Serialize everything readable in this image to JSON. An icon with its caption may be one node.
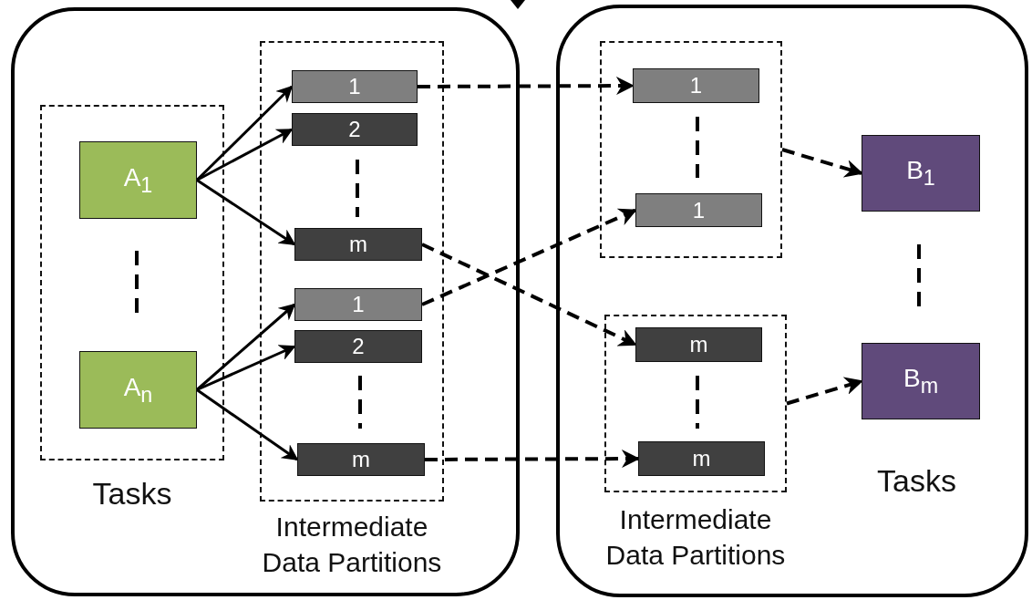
{
  "diagram": {
    "nodes": [
      {
        "text": [],
        "shape": "box"
      },
      {
        "text": [
          "Tasks"
        ],
        "in": 0
      },
      {
        "text": [
          "A$_{1}$"
        ],
        "in": 1
      },
      {
        "text": [
          "A$_{n}$"
        ],
        "in": 1
      },
      {
        "text": [
          "Intermediate Data Partitions"
        ],
        "in": 0
      },
      {
        "text": [
          "1"
        ],
        "in": 4
      },
      {
        "text": [
          "2"
        ],
        "in": 4
      },
      {
        "text": [
          "m"
        ],
        "in": 4
      },
      {
        "text": [
          "1"
        ],
        "in": 4
      },
      {
        "text": [
          "2"
        ],
        "in": 4
      },
      {
        "text": [
          "m"
        ],
        "in": 4
      },
      {
        "text": [],
        "shape": "box"
      },
      {
        "text": [],
        "shape": "box",
        "in": 11
      },
      {
        "text": [
          "1"
        ],
        "in": 12
      },
      {
        "text": [
          "1"
        ],
        "in": 12
      },
      {
        "text": [
          "Intermediate Data Partitions"
        ],
        "in": 11
      },
      {
        "text": [
          "m"
        ],
        "in": 15
      },
      {
        "text": [
          "m"
        ],
        "in": 15
      },
      {
        "text": [
          "B$_{1}$"
        ],
        "in": 11
      },
      {
        "text": [
          "B$_{m}$"
        ],
        "in": 11
      }
    ],
    "edges": [
      {
        "from": 2,
        "to": 5,
        "arrow": "to"
      },
      {
        "from": 2,
        "to": 6,
        "arrow": "to"
      },
      {
        "from": 2,
        "to": 7,
        "arrow": "to"
      },
      {
        "from": 3,
        "to": 8,
        "arrow": "to"
      },
      {
        "from": 3,
        "to": 9,
        "arrow": "to"
      },
      {
        "from": 3,
        "to": 10,
        "arrow": "to"
      },
      {
        "from": 5,
        "to": 13,
        "arrow": "to",
        "style": "dashed"
      },
      {
        "from": 7,
        "to": 16,
        "arrow": "to",
        "style": "dashed"
      },
      {
        "from": 8,
        "to": 14,
        "arrow": "to",
        "style": "dashed"
      },
      {
        "from": 10,
        "to": 17,
        "arrow": "to",
        "style": "dashed"
      },
      {
        "from": 12,
        "to": 18,
        "arrow": "to",
        "style": "dashed"
      },
      {
        "from": 15,
        "to": 19,
        "arrow": "to",
        "style": "dashed"
      }
    ],
    "labels": [
      "Tasks"
    ]
  }
}
